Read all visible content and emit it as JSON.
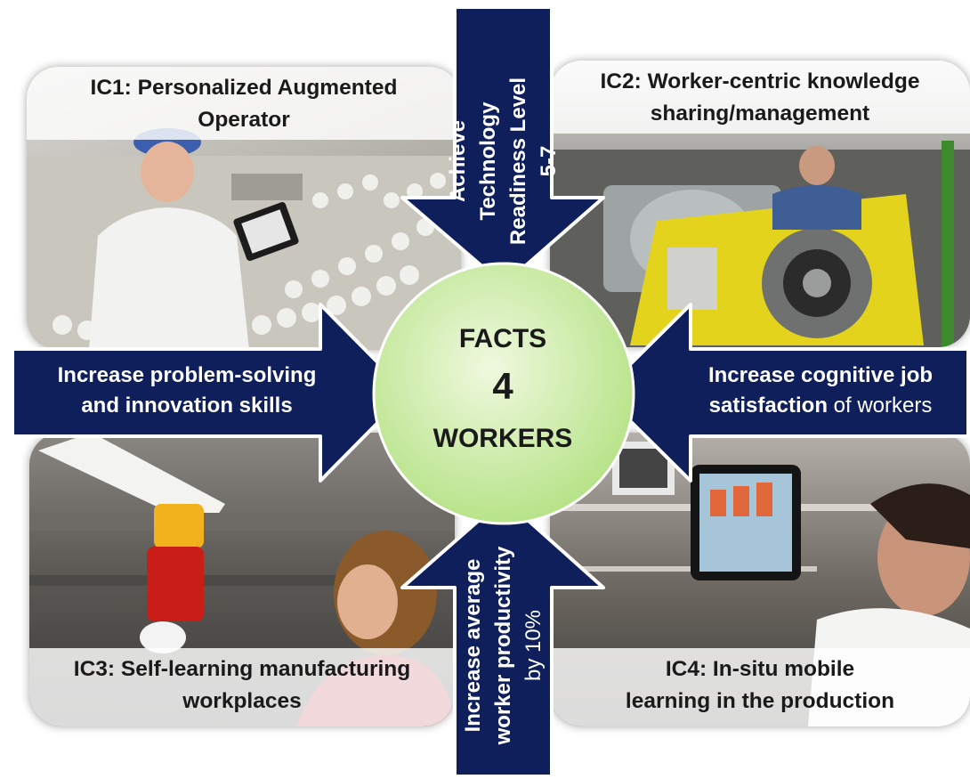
{
  "panels": {
    "ic1": {
      "label": "IC1: Personalized Augmented Operator",
      "line1": "IC1: Personalized Augmented",
      "line2": "Operator"
    },
    "ic2": {
      "label": "IC2: Worker-centric knowledge sharing/management",
      "line1": "IC2: Worker-centric knowledge",
      "line2": "sharing/management"
    },
    "ic3": {
      "label": "IC3: Self-learning manufacturing workplaces",
      "line1": "IC3: Self-learning manufacturing",
      "line2": "workplaces"
    },
    "ic4": {
      "label": "IC4: In-situ mobile learning in the production",
      "line1": "IC4: In-situ mobile",
      "line2": "learning in the production"
    }
  },
  "arrows": {
    "top": {
      "line1": "Achieve Technology",
      "line2": "Readiness Level 5-7"
    },
    "left": {
      "line1": "Increase problem-solving",
      "line2": "and innovation skills"
    },
    "right": {
      "line1": "Increase cognitive job",
      "line2_bold": "satisfaction",
      "line2_rest": " of workers"
    },
    "bottom": {
      "line1": "Increase average",
      "line2": "worker productivity",
      "line3": "by 10%"
    }
  },
  "center": {
    "line1": "FACTS",
    "line2": "4",
    "line3": "WORKERS"
  },
  "colors": {
    "arrow": "#0e1f5b",
    "arrow_border": "#ffffff",
    "circle_light": "#f0f9df",
    "circle_dark": "#b7e389"
  }
}
